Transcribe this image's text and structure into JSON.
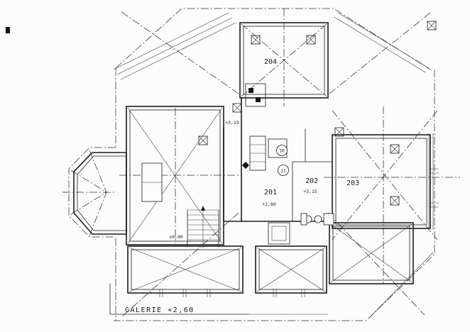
{
  "drawing": {
    "sheet_title": "GALERIE +2,60",
    "rooms": {
      "room_201": {
        "number": "201",
        "level": "+2,60"
      },
      "room_202": {
        "number": "202",
        "level": "+3,15"
      },
      "room_203": {
        "number": "203"
      },
      "room_204": {
        "number": "204"
      }
    },
    "levels": {
      "landing": "+3,15",
      "stair_base": "±0,00"
    },
    "detail_markers": {
      "m10": "10",
      "m11": "11"
    },
    "symbols": {
      "roof_window": "square-with-x",
      "stair_direction": "arrow-up"
    },
    "colors": {
      "ink": "#1c1c1c",
      "paper": "#fcfcfc"
    }
  }
}
